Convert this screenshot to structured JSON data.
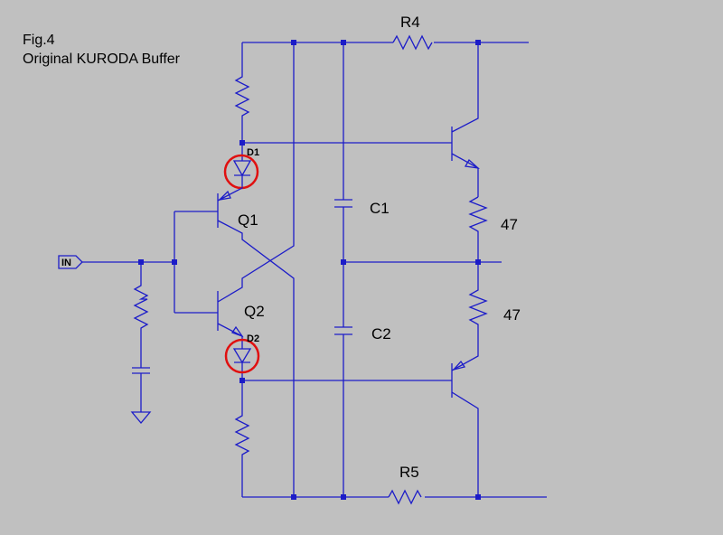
{
  "title": {
    "line1": "Fig.4",
    "line2": "Original KURODA Buffer"
  },
  "components": {
    "R4": "R4",
    "R5": "R5",
    "C1": "C1",
    "C2": "C2",
    "Q1": "Q1",
    "Q2": "Q2",
    "D1": "D1",
    "D2": "D2",
    "R_top_value": "47",
    "R_bottom_value": "47"
  },
  "ports": {
    "input": "IN"
  },
  "colors": {
    "wire": "#1c1cc8",
    "highlight": "#e01010",
    "background": "#c0c0c0"
  }
}
